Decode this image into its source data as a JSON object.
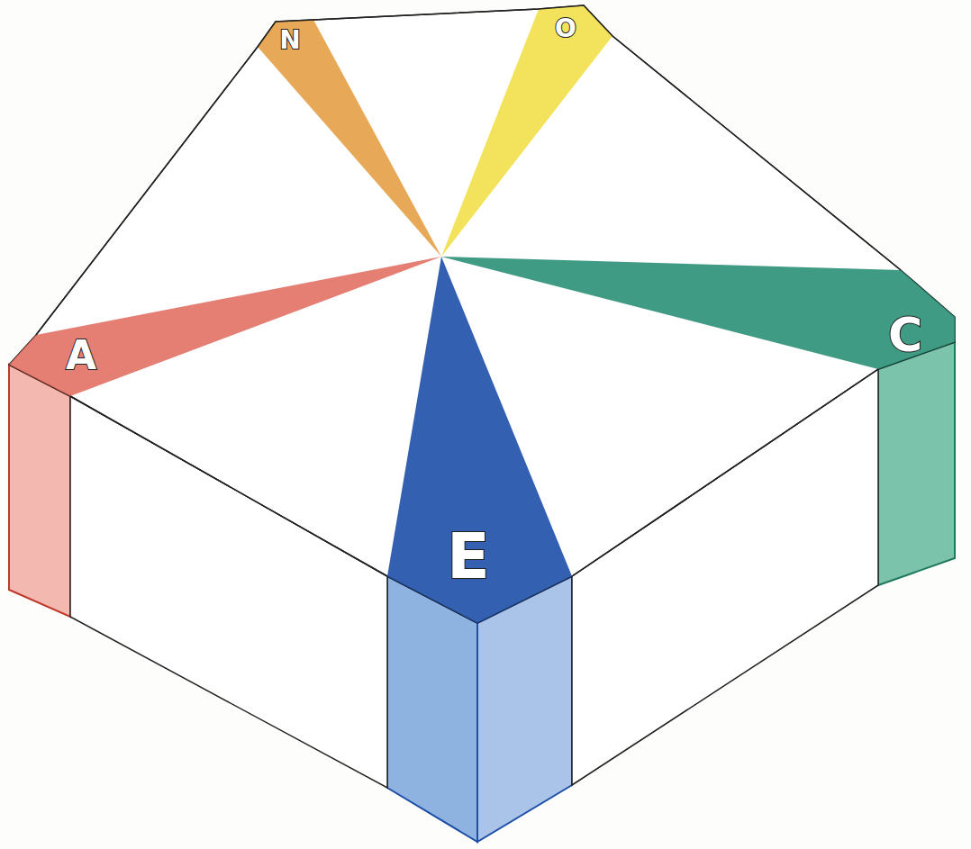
{
  "diagram": {
    "nodes": [
      {
        "text": [
          "N"
        ]
      },
      {
        "text": [
          "O"
        ]
      },
      {
        "text": [
          "A"
        ]
      },
      {
        "text": [
          "C"
        ]
      },
      {
        "text": [
          "E"
        ]
      }
    ]
  }
}
